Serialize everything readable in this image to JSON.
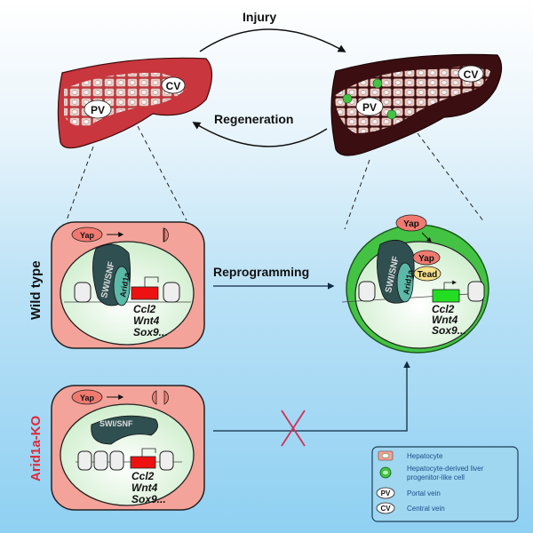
{
  "arrows": {
    "injury": "Injury",
    "regeneration": "Regeneration",
    "reprogramming": "Reprogramming"
  },
  "liver_normal": {
    "pv": "PV",
    "cv": "CV"
  },
  "liver_injured": {
    "pv": "PV",
    "cv": "CV"
  },
  "rows": {
    "wild_type": "Wild type",
    "arid1a_ko": "Arid1a-KO"
  },
  "cell_wt": {
    "yap": "Yap",
    "swisnf": "SWI/SNF",
    "arid1a": "Arid1a",
    "genes": [
      "Ccl2",
      "Wnt4",
      "Sox9..."
    ]
  },
  "cell_progenitor": {
    "yap_cyto": "Yap",
    "yap_nuc": "Yap",
    "tead": "Tead",
    "swisnf": "SWI/SNF",
    "arid1a": "Arid1a",
    "genes": [
      "Ccl2",
      "Wnt4",
      "Sox9..."
    ]
  },
  "cell_ko": {
    "yap": "Yap",
    "swisnf": "SWI/SNF",
    "genes": [
      "Ccl2",
      "Wnt4",
      "Sox9..."
    ]
  },
  "legend": {
    "items": [
      {
        "icon": "hepatocyte-icon",
        "label": "Hepatocyte"
      },
      {
        "icon": "progenitor-cell-icon",
        "label": "Hepatocyte-derived liver",
        "label2": "progenitor-like cell"
      },
      {
        "icon": "portal-vein-icon",
        "symbol": "PV",
        "label": "Portal vein"
      },
      {
        "icon": "central-vein-icon",
        "symbol": "CV",
        "label": "Central vein"
      }
    ]
  },
  "colors": {
    "liver_normal": "#c9363d",
    "liver_injured": "#3b0f12",
    "cell_pink": "#f4a39a",
    "progenitor_green": "#44c244",
    "gene_off": "#ee1111",
    "gene_on": "#22dd22",
    "swisnf": "#2f4f50",
    "arid1a": "#5cb9a8",
    "ko_label": "#e0283a"
  }
}
